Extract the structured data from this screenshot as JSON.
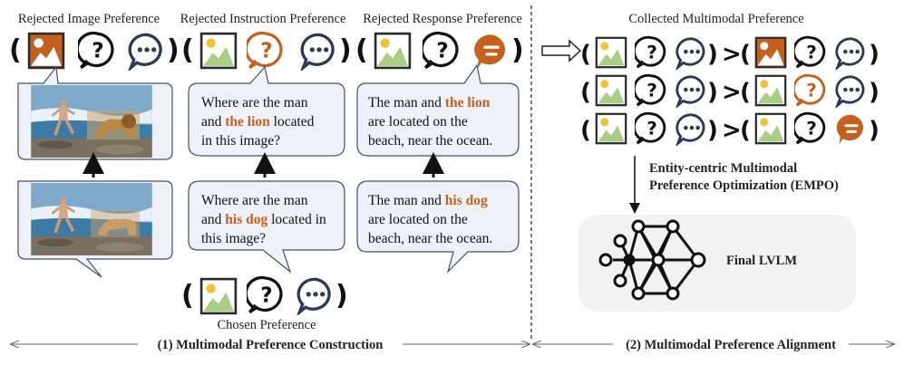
{
  "headers": {
    "rejected_image": "Rejected Image Preference",
    "rejected_instruction": "Rejected Instruction Preference",
    "rejected_response": "Rejected Response Preference",
    "collected": "Collected Multimodal Preference",
    "chosen": "Chosen Preference"
  },
  "instruction_rejected": {
    "lines": [
      "Where are the man",
      "and ",
      "the lion",
      " located",
      "in this image?"
    ]
  },
  "instruction_chosen": {
    "lines": [
      "Where are the man",
      "and ",
      "his dog",
      " located in",
      "this image?"
    ]
  },
  "response_rejected": {
    "lines": [
      "The man and ",
      "the lion",
      "are located on the",
      "beach, near the ocean."
    ]
  },
  "response_chosen": {
    "lines": [
      "The man and ",
      "his dog",
      "are located on the",
      "beach, near the ocean."
    ]
  },
  "empo": {
    "line1": "Entity-centric Multimodal",
    "line2": "Preference Optimization (EMPO)"
  },
  "final": {
    "label": "Final LVLM"
  },
  "sections": {
    "left": "(1) Multimodal Preference Construction",
    "right": "(2) Multimodal Preference Alignment"
  },
  "colors": {
    "accent": "#c5601f",
    "green_img": "#a9cf85",
    "sun": "#f2c23c",
    "bubble_bg": "#eef1f7",
    "bubble_stroke": "#3f5070"
  }
}
